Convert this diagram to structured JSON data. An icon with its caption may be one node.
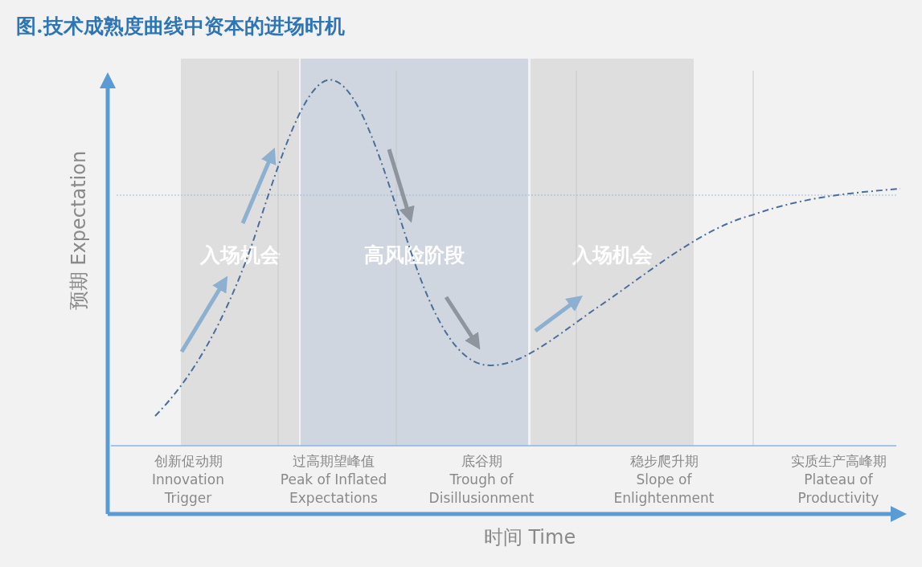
{
  "diagram": {
    "title": "图.技术成熟度曲线中资本的进场时机",
    "nodes": [
      {
        "text": [
          "入场机会"
        ]
      },
      {
        "text": [
          "高风险阶段"
        ]
      },
      {
        "text": [
          "入场机会"
        ]
      }
    ],
    "labels": [
      "预期 Expectation",
      "创新促动期",
      "Innovation Trigger",
      "过高期望峰值",
      "Peak of Inflated Expectations",
      "底谷期",
      "Trough of Disillusionment",
      "稳步爬升期",
      "Slope of Enlightenment",
      "实质生产高峰期",
      "Plateau of Productivity",
      "时间 Time"
    ]
  }
}
